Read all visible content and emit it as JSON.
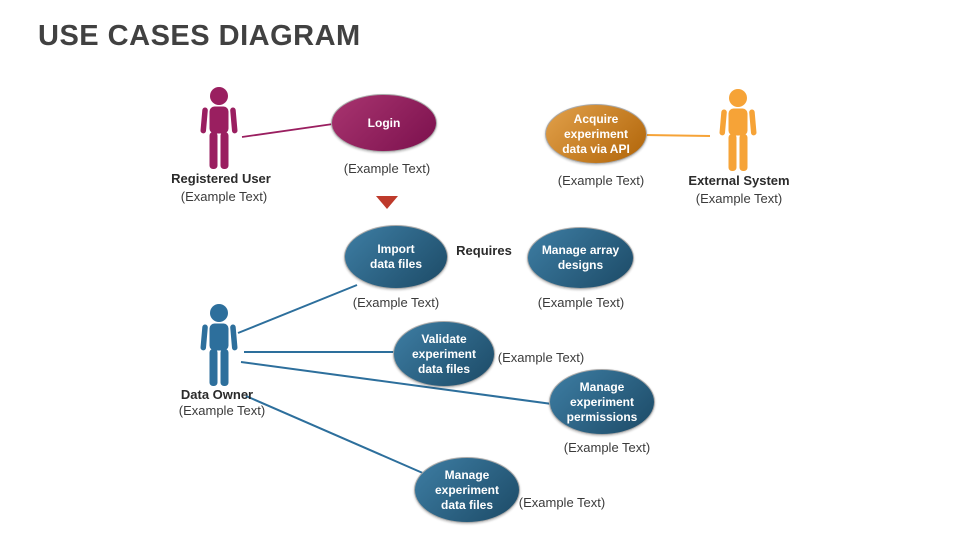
{
  "title": "USE CASES DIAGRAM",
  "colors": {
    "title-color": "#414141",
    "text-color": "#3b3b3b",
    "magenta": "#9a1f60",
    "magenta-grad-light": "#a93570",
    "magenta-grad-dark": "#7b104d",
    "orange": "#f6a337",
    "orange-grad-light": "#e2a14b",
    "orange-grad-dark": "#b06408",
    "blue": "#2d6f9c",
    "blue-grad-light": "#3e7ea4",
    "blue-grad-dark": "#1c4a66",
    "triangle": "#be3a2b",
    "ellipse-border": "#a9a9a9"
  },
  "actors": {
    "registered_user": {
      "name": "Registered User",
      "sub": "(Example Text)"
    },
    "external_system": {
      "name": "External System",
      "sub": "(Example Text)"
    },
    "data_owner": {
      "name": "Data Owner",
      "sub": "(Example Text)"
    }
  },
  "use_cases": {
    "login": {
      "label": "Login",
      "sub": "(Example Text)"
    },
    "acquire": {
      "label": "Acquire experiment data via API",
      "sub": "(Example Text)"
    },
    "import": {
      "label": "Import data files",
      "sub": "(Example Text)"
    },
    "manage_array": {
      "label": "Manage array designs",
      "sub": "(Example Text)"
    },
    "validate": {
      "label": "Validate experiment data files",
      "sub": "(Example Text)"
    },
    "manage_permissions": {
      "label": "Manage experiment permissions",
      "sub": "(Example Text)"
    },
    "manage_data_files": {
      "label": "Manage experiment data files",
      "sub": "(Example Text)"
    }
  },
  "annotations": {
    "requires": "Requires"
  }
}
